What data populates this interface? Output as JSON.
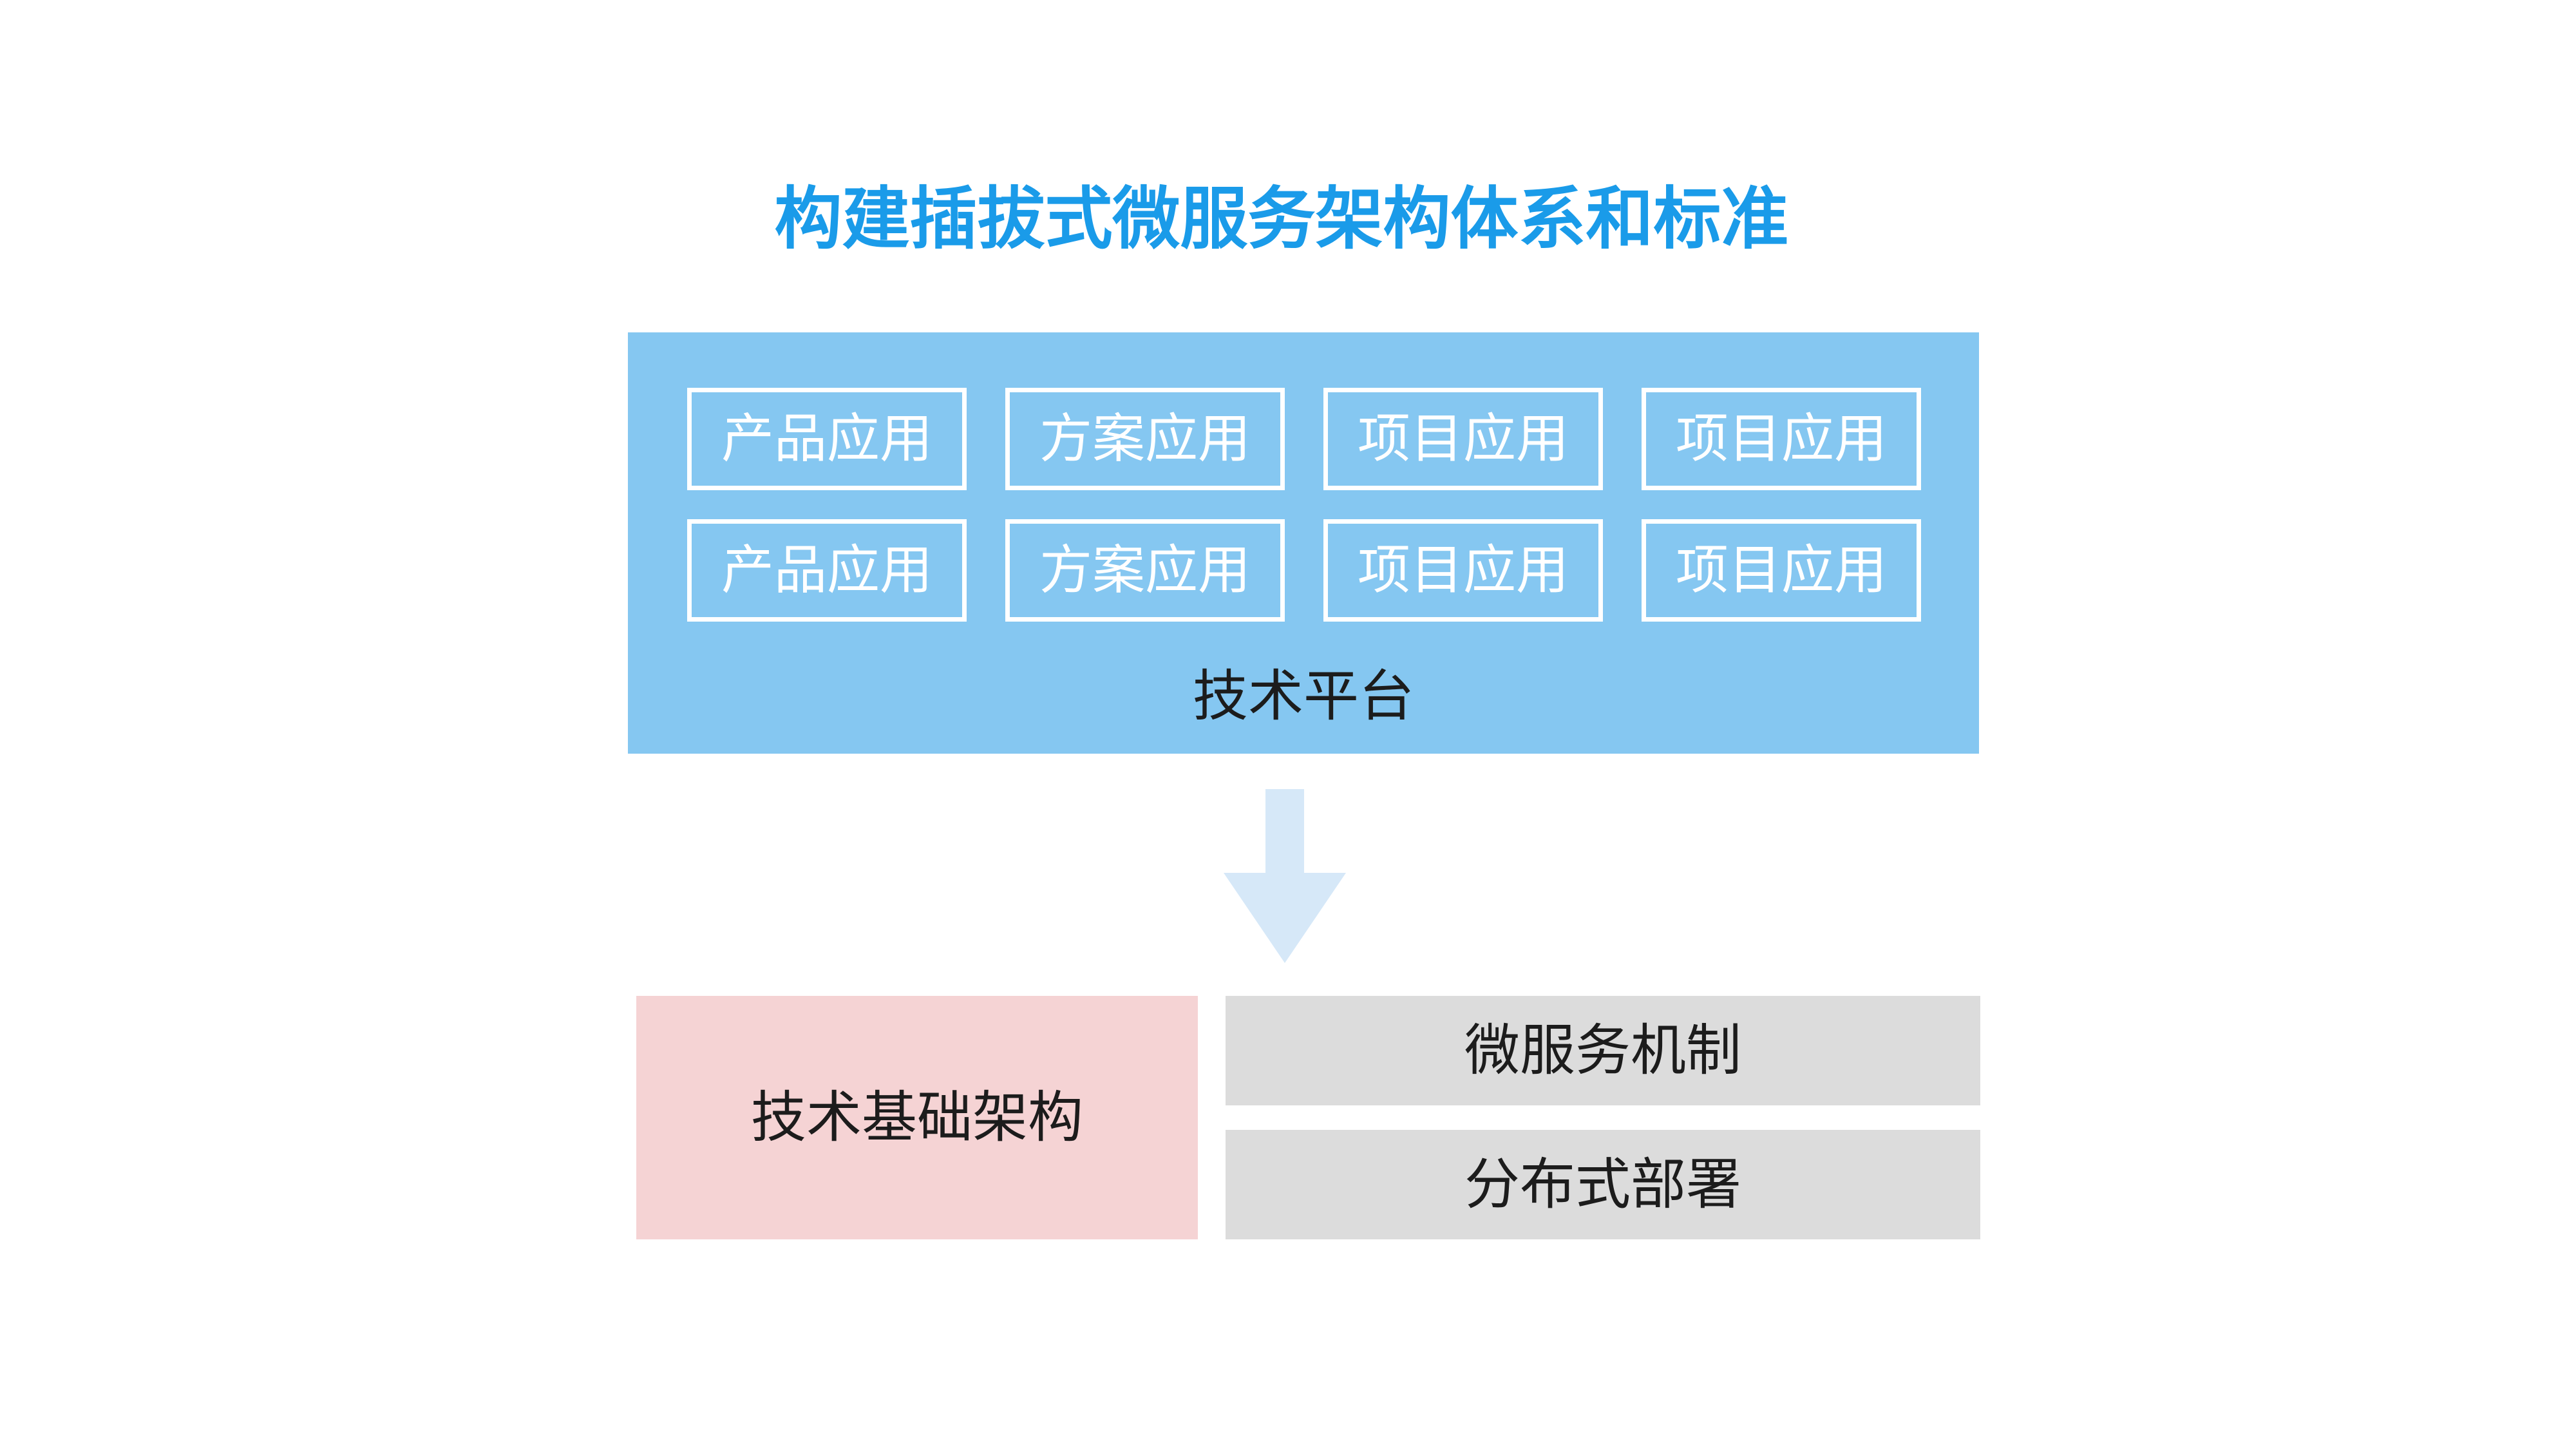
{
  "title": "构建插拔式微服务架构体系和标准",
  "platform": {
    "label": "技术平台",
    "rows": [
      [
        "产品应用",
        "方案应用",
        "项目应用",
        "项目应用"
      ],
      [
        "产品应用",
        "方案应用",
        "项目应用",
        "项目应用"
      ]
    ]
  },
  "foundation": {
    "label": "技术基础架构"
  },
  "mechanisms": [
    "微服务机制",
    "分布式部署"
  ],
  "colors": {
    "title": "#1a9be9",
    "platform_bg": "#85c7f1",
    "arrow": "#d6e8f8",
    "foundation_bg": "#f5d3d4",
    "mechanism_bg": "#dcdcdc"
  }
}
